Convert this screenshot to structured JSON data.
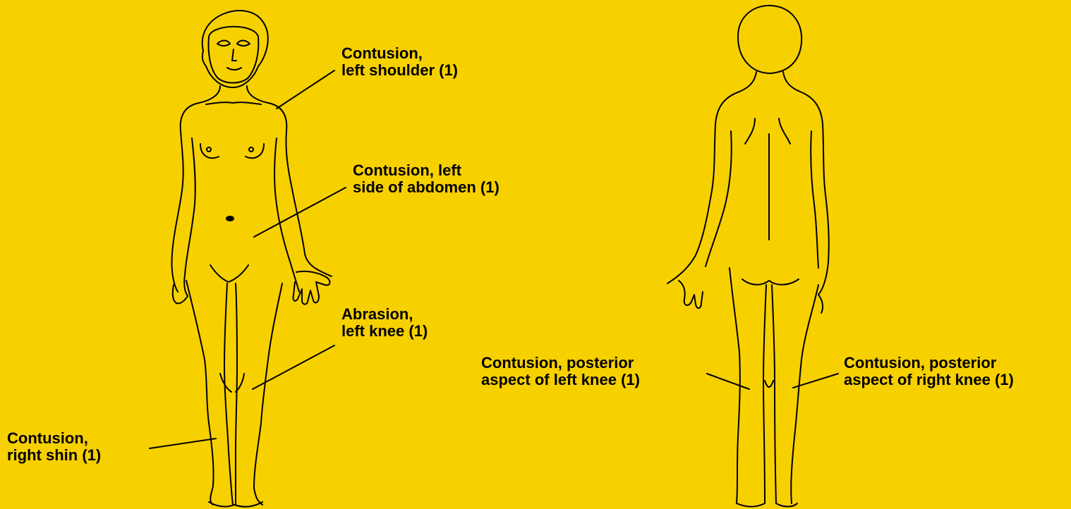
{
  "colors": {
    "background": "#F7D000",
    "ink": "#000000"
  },
  "labels": {
    "left_shoulder": {
      "line1": "Contusion,",
      "line2": "left shoulder (1)"
    },
    "left_abdomen": {
      "line1": "Contusion, left",
      "line2": "side of abdomen (1)"
    },
    "left_knee": {
      "line1": "Abrasion,",
      "line2": "left knee (1)"
    },
    "right_shin": {
      "line1": "Contusion,",
      "line2": "right shin (1)"
    },
    "posterior_left_knee": {
      "line1": "Contusion, posterior",
      "line2": "aspect of left knee (1)"
    },
    "posterior_right_knee": {
      "line1": "Contusion, posterior",
      "line2": "aspect of right knee (1)"
    }
  }
}
